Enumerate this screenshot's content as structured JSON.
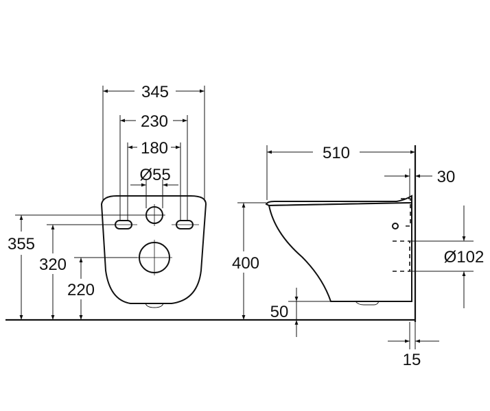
{
  "front_view": {
    "dim_345": "345",
    "dim_230": "230",
    "dim_180": "180",
    "dim_55": "Ø55",
    "dim_355": "355",
    "dim_320": "320",
    "dim_220": "220"
  },
  "side_view": {
    "dim_510": "510",
    "dim_30": "30",
    "dim_400": "400",
    "dim_102": "Ø102",
    "dim_50": "50",
    "dim_15": "15"
  }
}
